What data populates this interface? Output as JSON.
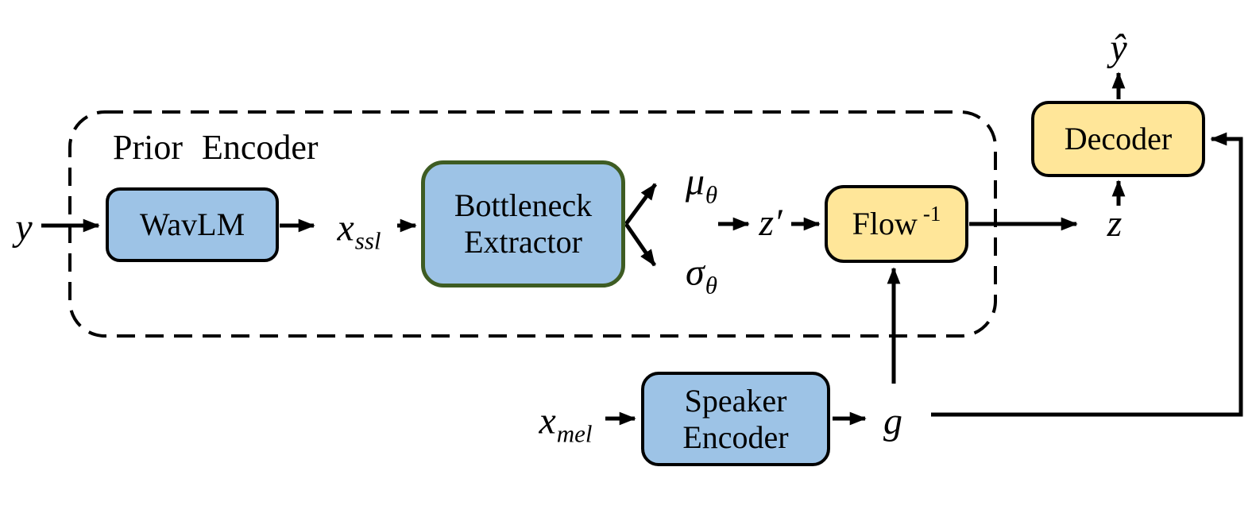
{
  "figure": {
    "prior_encoder": {
      "label": "Prior Encoder"
    },
    "boxes": {
      "wavlm": {
        "label": "WavLM"
      },
      "bottleneck_extractor": {
        "line1": "Bottleneck",
        "line2": "Extractor"
      },
      "flow_inverse": {
        "base": "Flow",
        "superscript": "-1"
      },
      "decoder": {
        "label": "Decoder"
      },
      "speaker_encoder": {
        "line1": "Speaker",
        "line2": "Encoder"
      }
    },
    "variables": {
      "y_in": "y",
      "x_ssl": {
        "base": "x",
        "sub": "ssl"
      },
      "mu": {
        "base": "μ",
        "sub": "θ"
      },
      "sigma": {
        "base": "σ",
        "sub": "θ"
      },
      "z_prime": "z′",
      "z_out": "z",
      "g": "g",
      "x_mel": {
        "base": "x",
        "sub": "mel"
      },
      "y_hat": "ŷ"
    },
    "colors": {
      "blue_fill": "#9DC3E6",
      "yellow_fill": "#FFE699",
      "green_border": "#3E5C23",
      "line": "#000000"
    }
  }
}
